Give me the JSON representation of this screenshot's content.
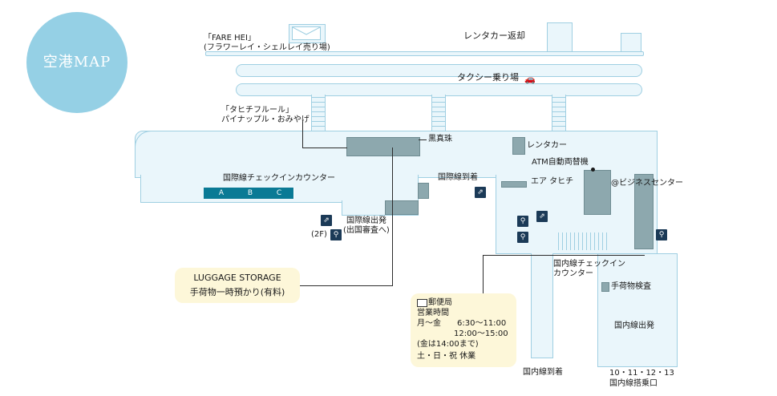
{
  "badge": {
    "title": "空港MAP"
  },
  "labels": {
    "fare_hei_1": "「FARE HEI」",
    "fare_hei_2": "(フラワーレイ・シェルレイ売り場)",
    "rental_return": "レンタカー返却",
    "taxi": "タクシー乗り場",
    "tahiti_fleur_1": "「タヒチフルール」",
    "tahiti_fleur_2": "パイナップル・おみやげ",
    "black_pearl": "黒真珠",
    "rental_car": "レンタカー",
    "atm": "ATM自動両替機",
    "air_tahiti": "エア タヒチ",
    "business_center": "@ビジネスセンター",
    "intl_checkin": "国際線チェックインカウンター",
    "intl_arrival": "国際線到着",
    "intl_departure_1": "国際線出発",
    "intl_departure_2": "(出国審査へ)",
    "floor_2f": "(2F)",
    "dom_checkin_1": "国内線チェックイン",
    "dom_checkin_2": "カウンター",
    "baggage_inspection": "手荷物検査",
    "dom_departure": "国内線出発",
    "dom_arrival": "国内線到着",
    "gates_1": "10・11・12・13",
    "gates_2": "国内線搭乗口"
  },
  "counters": [
    "A",
    "B",
    "C"
  ],
  "luggage": {
    "title": "LUGGAGE STORAGE",
    "subtitle": "手荷物一時預かり(有料)"
  },
  "post_office": {
    "title": "郵便局",
    "hours_label": "営業時間",
    "weekday_label": "月〜金",
    "hours_1": "6:30〜11:00",
    "hours_2": "12:00〜15:00",
    "friday_note": "(金は14:00まで)",
    "closed": "土・日・祝 休業"
  },
  "colors": {
    "badge": "#95d0e5",
    "counter": "#0a7a95",
    "building": "#eaf6fb",
    "outline": "#9fcfe2",
    "callout": "#fdf7d9"
  },
  "icons": [
    "envelope-icon",
    "car-icon",
    "escalator-icon",
    "restroom-icon",
    "mail-icon"
  ]
}
